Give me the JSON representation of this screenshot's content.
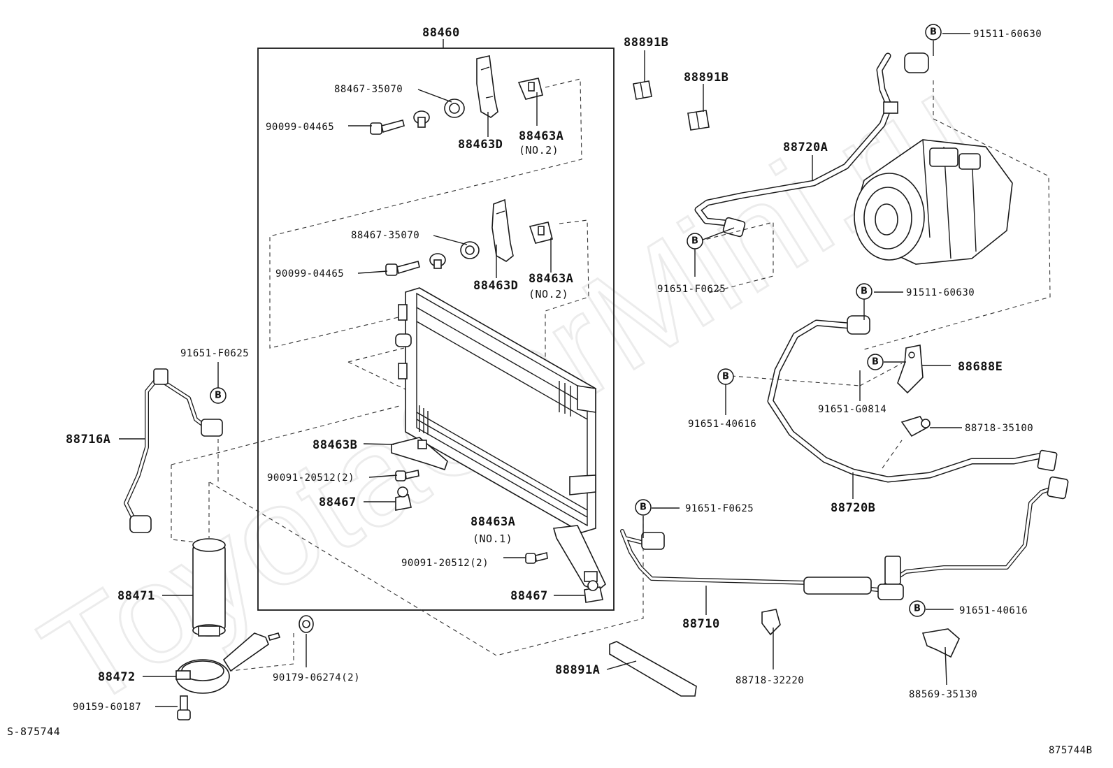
{
  "watermark": "ToyotaCarMini.ru",
  "diagram_code_left": "S-875744",
  "diagram_code_right": "875744B",
  "badge_letter": "B",
  "labels": {
    "condenser": "88460",
    "bracket_bolt_top": "88467-35070",
    "bolt_top": "90099-04465",
    "support_top": "88463D",
    "cushion_top": "88463A",
    "cushion_top_note": "(NO.2)",
    "bracket_bolt_mid": "88467-35070",
    "bolt_mid": "90099-04465",
    "support_mid": "88463D",
    "cushion_mid": "88463A",
    "cushion_mid_note": "(NO.2)",
    "bracket_lower": "88463B",
    "bolt_lower": "90091-20512(2)",
    "clip_lower": "88467",
    "bracket_no1": "88463A",
    "bracket_no1_note": "(NO.1)",
    "bolt_no1": "90091-20512(2)",
    "clip_no1": "88467",
    "seal_upper": "88891B",
    "seal_lower": "88891B",
    "seal_strip": "88891A",
    "bolt_receiver_top": "91651-F0625",
    "liquid_tube": "88716A",
    "receiver": "88471",
    "receiver_bracket": "88472",
    "receiver_nut": "90179-06274(2)",
    "receiver_stud": "90159-60187",
    "comp_bolt_top": "91511-60630",
    "suction_hose": "88720A",
    "hose_bolt": "91651-F0625",
    "comp_bolt_mid": "91511-60630",
    "hose_bracket": "88688E",
    "hose_bolt_left": "91651-40616",
    "hose_bolt_g": "91651-G0814",
    "hose_clamp": "88718-35100",
    "discharge_hose": "88720B",
    "tube_bolt": "91651-F0625",
    "tube": "88710",
    "tube_clamp": "88718-32220",
    "tube_bolt_right": "91651-40616",
    "tube_bracket": "88569-35130"
  }
}
